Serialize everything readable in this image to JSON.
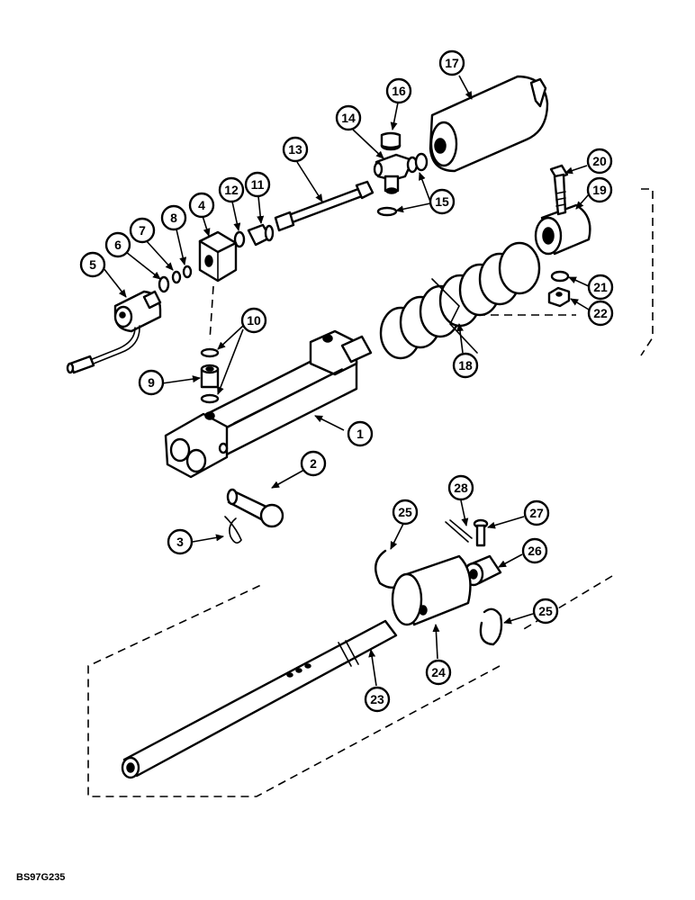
{
  "diagram": {
    "drawing_code": "BS97G235",
    "callouts": [
      "1",
      "2",
      "3",
      "4",
      "5",
      "6",
      "7",
      "8",
      "9",
      "10",
      "11",
      "12",
      "13",
      "14",
      "15",
      "16",
      "17",
      "18",
      "19",
      "20",
      "21",
      "22",
      "23",
      "24",
      "25",
      "26",
      "27",
      "28"
    ]
  }
}
